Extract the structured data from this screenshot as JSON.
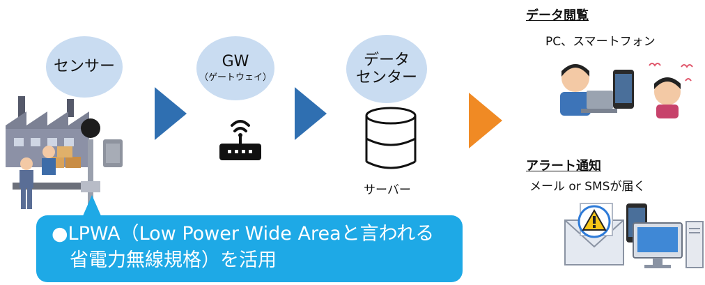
{
  "nodes": {
    "sensor": {
      "label": "センサー"
    },
    "gateway": {
      "label": "GW",
      "sub": "（ゲートウェイ）"
    },
    "datacenter": {
      "label_line1": "データ",
      "label_line2": "センター",
      "server_label": "サーバー"
    }
  },
  "right_panel": {
    "viewing": {
      "title": "データ閲覧",
      "subtitle": "PC、スマートフォン"
    },
    "alert": {
      "title": "アラート通知",
      "subtitle": "メール or SMSが届く"
    }
  },
  "callout": {
    "line1": "●LPWA（Low Power Wide Areaと言われる",
    "line2": "省電力無線規格）を活用"
  },
  "colors": {
    "bubble": "#c9dcf1",
    "arrow_blue": "#2f6fb1",
    "arrow_orange": "#f08a24",
    "callout": "#1ea9e6"
  }
}
